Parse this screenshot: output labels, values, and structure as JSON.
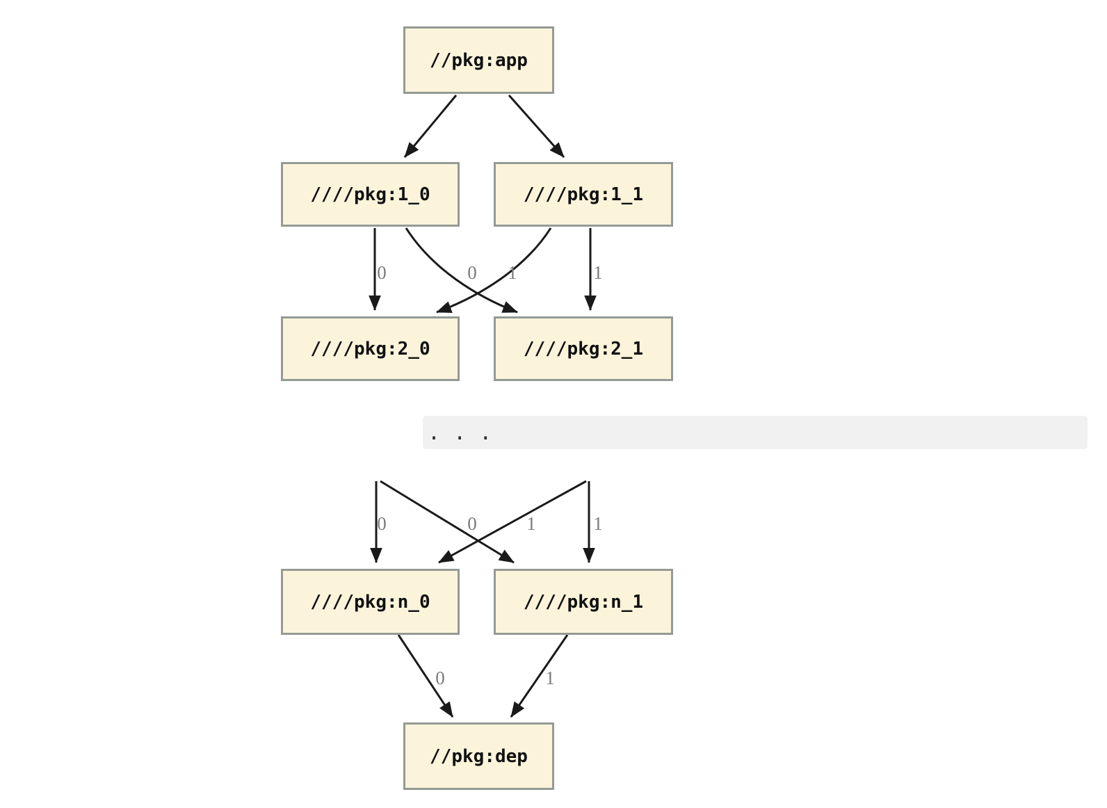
{
  "diagram": {
    "type": "dependency-graph",
    "colors": {
      "node_fill": "#fbf4db",
      "node_border": "#949a94",
      "node_text": "#111111",
      "edge": "#1a1a1a",
      "edge_label": "#7b7b7b",
      "ellipsis_band": "#f1f1f1",
      "dots": "#2e2e2e",
      "background": "#ffffff"
    },
    "nodes": {
      "app": {
        "label": "//pkg:app"
      },
      "1_0": {
        "label": "////pkg:1_0"
      },
      "1_1": {
        "label": "////pkg:1_1"
      },
      "2_0": {
        "label": "////pkg:2_0"
      },
      "2_1": {
        "label": "////pkg:2_1"
      },
      "n_0": {
        "label": "////pkg:n_0"
      },
      "n_1": {
        "label": "////pkg:n_1"
      },
      "dep": {
        "label": "//pkg:dep"
      }
    },
    "ellipsis": ". . .",
    "edges": [
      {
        "from": "app",
        "to": "1_0",
        "label": ""
      },
      {
        "from": "app",
        "to": "1_1",
        "label": ""
      },
      {
        "from": "1_0",
        "to": "2_0",
        "label": "0"
      },
      {
        "from": "1_1",
        "to": "2_0",
        "label": "0"
      },
      {
        "from": "1_0",
        "to": "2_1",
        "label": "1"
      },
      {
        "from": "1_1",
        "to": "2_1",
        "label": "1"
      },
      {
        "from": "...",
        "to": "n_0",
        "label": "0"
      },
      {
        "from": "...",
        "to": "n_0",
        "label": "0"
      },
      {
        "from": "...",
        "to": "n_1",
        "label": "1"
      },
      {
        "from": "...",
        "to": "n_1",
        "label": "1"
      },
      {
        "from": "n_0",
        "to": "dep",
        "label": "0"
      },
      {
        "from": "n_1",
        "to": "dep",
        "label": "1"
      }
    ]
  }
}
